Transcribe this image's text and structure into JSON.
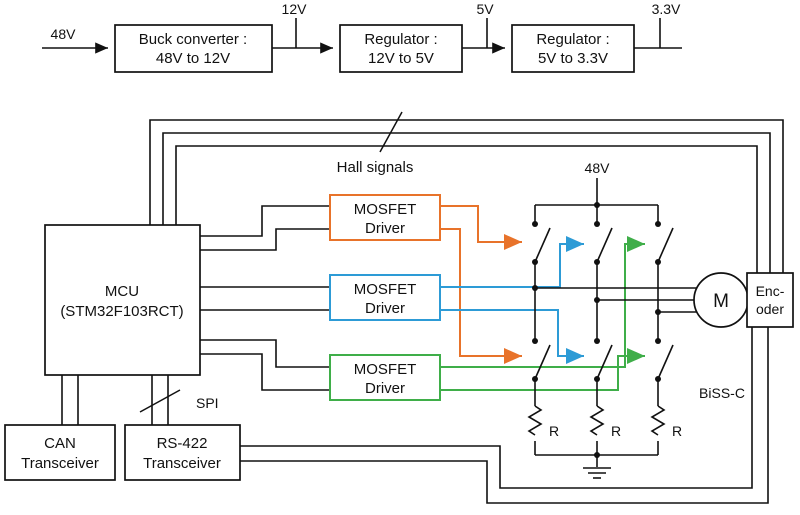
{
  "colors": {
    "line": "#111111",
    "orange": "#e8732a",
    "blue": "#2d9bd6",
    "green": "#3fae49"
  },
  "power_chain": {
    "input_label": "48V",
    "buck": {
      "line1": "Buck converter :",
      "line2": "48V to 12V"
    },
    "tap1_label": "12V",
    "reg1": {
      "line1": "Regulator :",
      "line2": "12V to 5V"
    },
    "tap2_label": "5V",
    "reg2": {
      "line1": "Regulator :",
      "line2": "5V to 3.3V"
    },
    "tap3_label": "3.3V"
  },
  "mcu": {
    "line1": "MCU",
    "line2": "(STM32F103RCT)"
  },
  "drivers": [
    {
      "line1": "MOSFET",
      "line2": "Driver",
      "color": "#e8732a"
    },
    {
      "line1": "MOSFET",
      "line2": "Driver",
      "color": "#2d9bd6"
    },
    {
      "line1": "MOSFET",
      "line2": "Driver",
      "color": "#3fae49"
    }
  ],
  "labels": {
    "hall": "Hall signals",
    "bus_48v": "48V",
    "spi": "SPI",
    "bissc": "BiSS-C",
    "motor": "M",
    "resistor": "R"
  },
  "encoder": {
    "line1": "Enc-",
    "line2": "oder"
  },
  "can": {
    "line1": "CAN",
    "line2": "Transceiver"
  },
  "rs422": {
    "line1": "RS-422",
    "line2": "Transceiver"
  }
}
